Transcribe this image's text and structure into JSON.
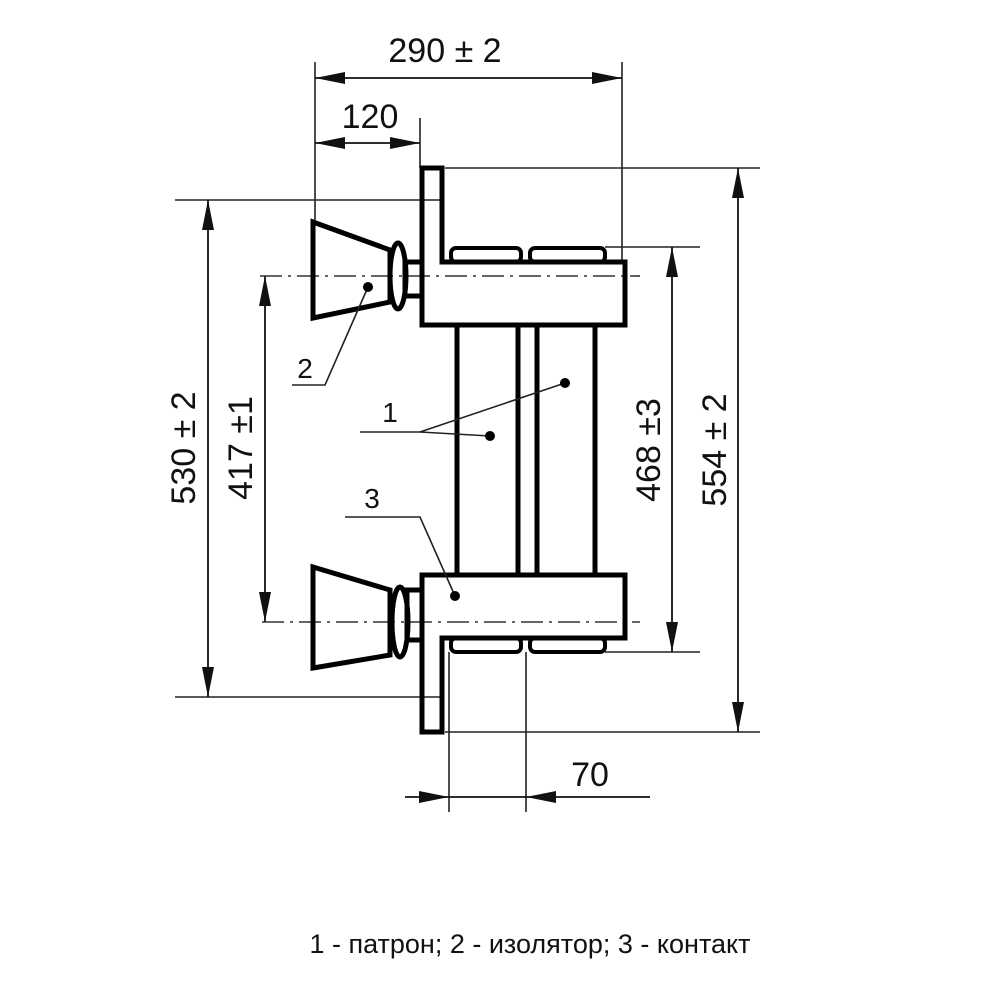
{
  "dimensions": {
    "overall_width": "290 ± 2",
    "insulator_offset": "120",
    "mount_height": "530 ± 2",
    "axis_spacing": "417 ±1",
    "contact_height": "468 ±3",
    "overall_height": "554 ± 2",
    "tube_spacing": "70"
  },
  "callouts": {
    "c1": "1",
    "c2": "2",
    "c3": "3"
  },
  "caption": "1 - патрон; 2 - изолятор; 3 - контакт"
}
